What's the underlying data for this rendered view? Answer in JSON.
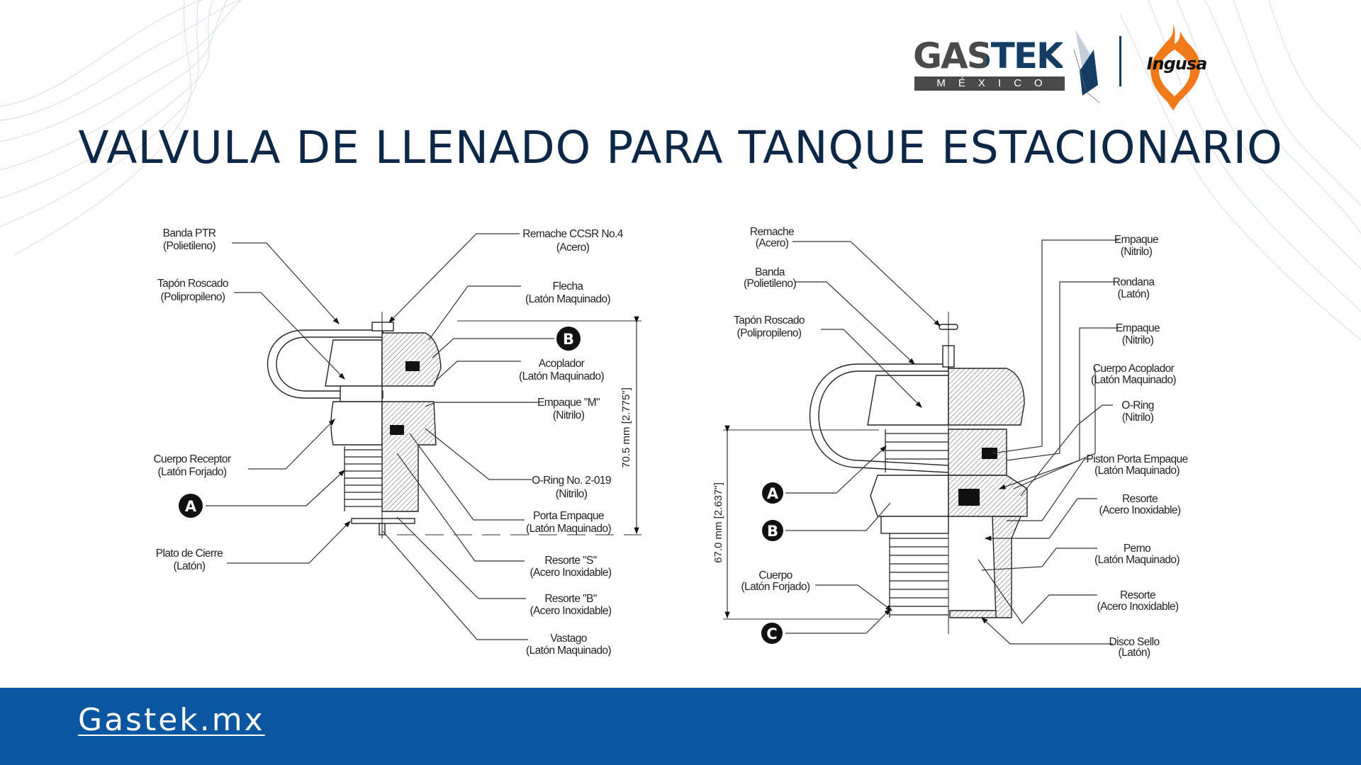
{
  "header": {
    "logo_gastek": "GASTEK",
    "logo_gastek_sub": "MÉXICO",
    "logo_ingusa": "Ingusa",
    "title": "VALVULA DE LLENADO PARA TANQUE ESTACIONARIO"
  },
  "left_diagram": {
    "labels": [
      {
        "name": "Banda PTR",
        "material": "(Polietileno)"
      },
      {
        "name": "Tapón Roscado",
        "material": "(Polipropileno)"
      },
      {
        "name": "Cuerpo Receptor",
        "material": "(Latón Forjado)"
      },
      {
        "name": "Plato de Cierre",
        "material": "(Latón)"
      },
      {
        "name": "Remache CCSR No.4",
        "material": "(Acero)"
      },
      {
        "name": "Flecha",
        "material": "(Latón Maquinado)"
      },
      {
        "name": "Acoplador",
        "material": "(Latón Maquinado)"
      },
      {
        "name": "Empaque \"M\"",
        "material": "(Nitrilo)"
      },
      {
        "name": "O-Ring No. 2-019",
        "material": "(Nitrilo)"
      },
      {
        "name": "Porta Empaque",
        "material": "(Latón Maquinado)"
      },
      {
        "name": "Resorte \"S\"",
        "material": "(Acero Inoxidable)"
      },
      {
        "name": "Resorte \"B\"",
        "material": "(Acero Inoxidable)"
      },
      {
        "name": "Vastago",
        "material": "(Latón Maquinado)"
      }
    ],
    "markers": [
      "A",
      "B"
    ],
    "dimension": "70.5 mm [2.775\"]"
  },
  "right_diagram": {
    "labels": [
      {
        "name": "Remache",
        "material": "(Acero)"
      },
      {
        "name": "Banda",
        "material": "(Polietileno)"
      },
      {
        "name": "Tapón Roscado",
        "material": "(Polipropileno)"
      },
      {
        "name": "Cuerpo",
        "material": "(Latón Forjado)"
      },
      {
        "name": "Empaque",
        "material": "(Nitrilo)"
      },
      {
        "name": "Rondana",
        "material": "(Latón)"
      },
      {
        "name": "Empaque",
        "material": "(Nitrilo)"
      },
      {
        "name": "Cuerpo Acoplador",
        "material": "(Latón Maquinado)"
      },
      {
        "name": "O-Ring",
        "material": "(Nitrilo)"
      },
      {
        "name": "Piston Porta Empaque",
        "material": "(Latón Maquinado)"
      },
      {
        "name": "Resorte",
        "material": "(Acero Inoxidable)"
      },
      {
        "name": "Perno",
        "material": "(Latón Maquinado)"
      },
      {
        "name": "Resorte",
        "material": "(Acero Inoxidable)"
      },
      {
        "name": "Disco Sello",
        "material": "(Latón)"
      }
    ],
    "markers": [
      "A",
      "B",
      "C"
    ],
    "dimension": "67.0 mm [2.637\"]"
  },
  "footer": {
    "link": "Gastek.mx"
  },
  "colors": {
    "title": "#0d2747",
    "footer_bg": "#0a56a0",
    "gastek_gray": "#4a4a4a",
    "gastek_blue": "#143d63",
    "ingusa_orange": "#f07a1a"
  }
}
